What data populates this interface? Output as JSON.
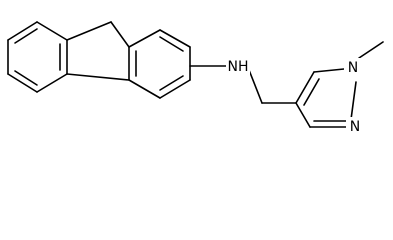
{
  "molecule": {
    "atoms": {
      "nh": "NH",
      "n_ring": "N",
      "n_methyl": "N"
    },
    "colors": {
      "bond": "#000000",
      "text": "#000000",
      "background": "#ffffff"
    }
  }
}
